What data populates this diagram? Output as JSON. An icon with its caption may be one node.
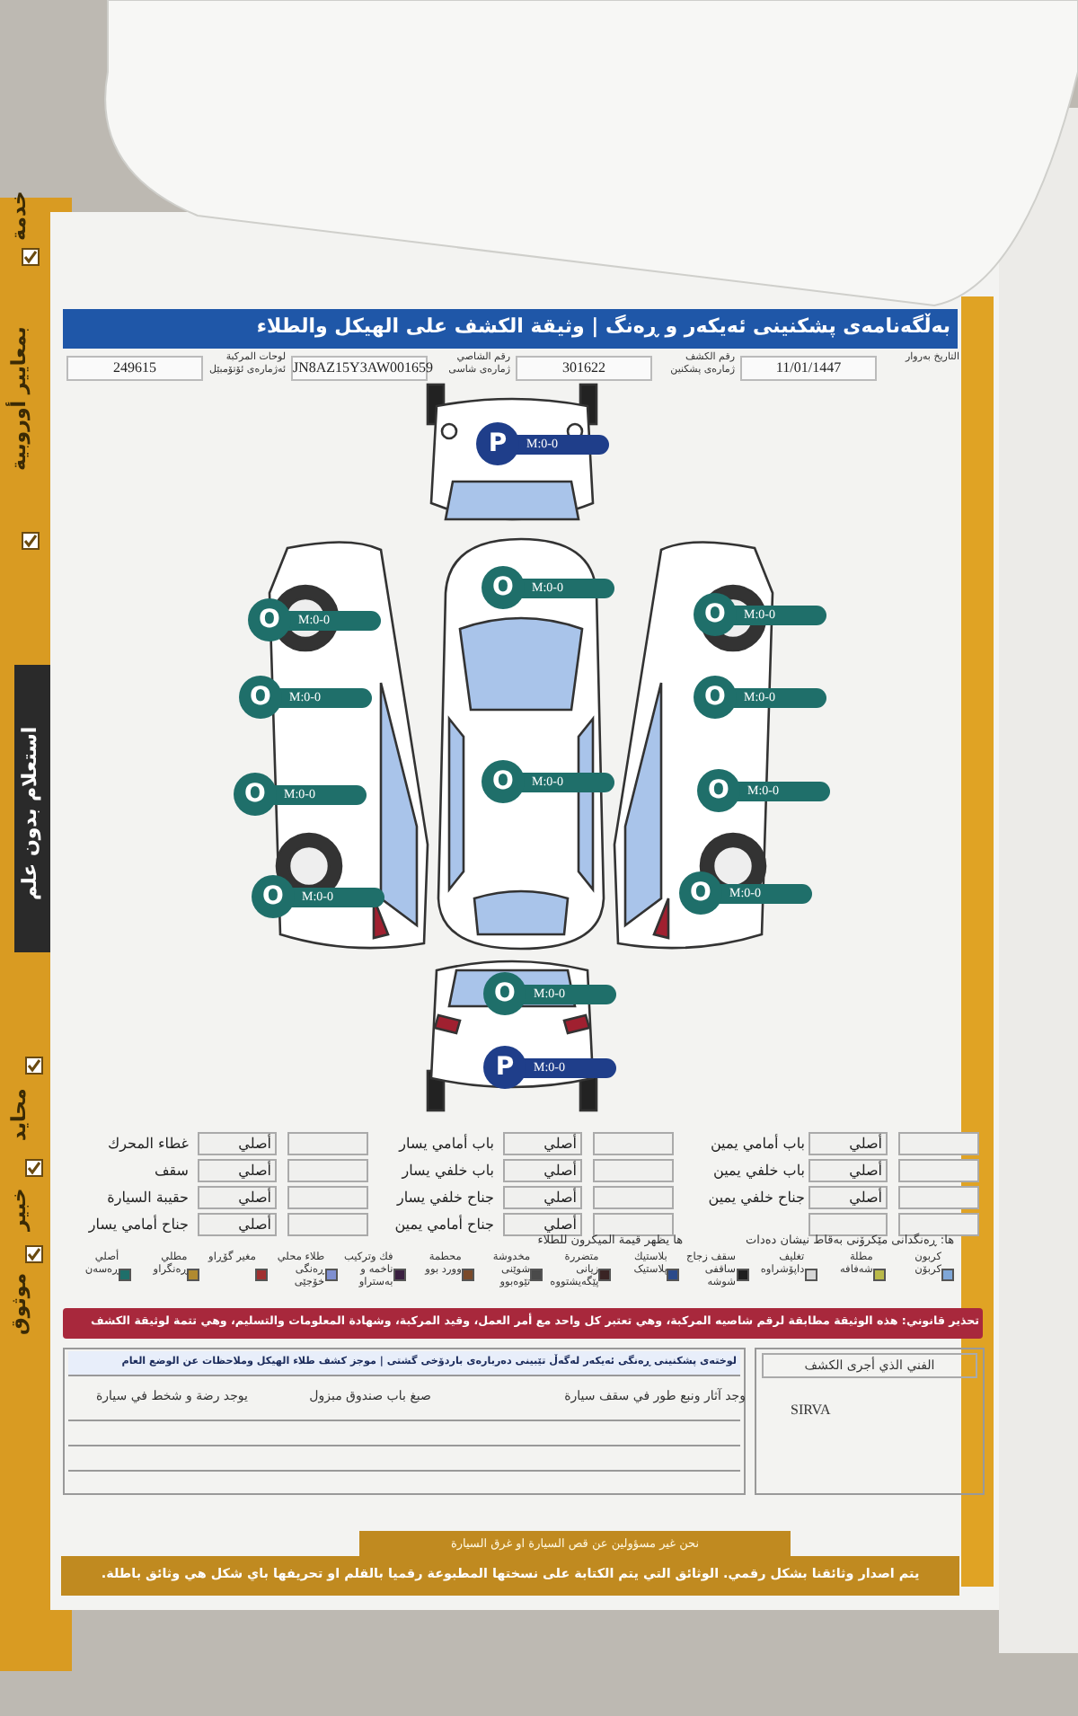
{
  "diagram": {
    "title": "بەڵگەنامەی پشکنینی ئەیکەر و ڕەنگ | وثيقة الكشف على الهيكل والطلاء",
    "nodes": [
      {
        "text": [
          "P"
        ],
        "beside": [
          "M:0-0"
        ]
      },
      {
        "text": [
          "O"
        ],
        "beside": [
          "M:0-0"
        ]
      },
      {
        "text": [
          "O"
        ],
        "beside": [
          "M:0-0"
        ]
      },
      {
        "text": [
          "O"
        ],
        "beside": [
          "M:0-0"
        ]
      },
      {
        "text": [
          "O"
        ],
        "beside": [
          "M:0-0"
        ]
      },
      {
        "text": [
          "O"
        ],
        "beside": [
          "M:0-0"
        ]
      },
      {
        "text": [
          "O"
        ],
        "beside": [
          "M:0-0"
        ]
      },
      {
        "text": [
          "O"
        ],
        "beside": [
          "M:0-0"
        ]
      },
      {
        "text": [
          "O"
        ],
        "beside": [
          "M:0-0"
        ]
      },
      {
        "text": [
          "O"
        ],
        "beside": [
          "M:0-0"
        ]
      },
      {
        "text": [
          "O"
        ],
        "beside": [
          "M:0-0"
        ]
      },
      {
        "text": [
          "O"
        ],
        "beside": [
          "M:0-0"
        ]
      },
      {
        "text": [
          "P"
        ],
        "beside": [
          "M:0-0"
        ]
      }
    ],
    "labels": [
      "خدمة",
      "بمعايير أوروبية",
      "استعلام بدون علم",
      "محايد",
      "خبير",
      "موثوق",
      "التاريخ بەروار",
      "11/01/1447",
      "رقم الكشف ژمارەی پشکنین",
      "301622",
      "رقم الشاصي ژمارەی شاسی",
      "JN8AZ15Y3AW001659",
      "لوحات المركبة ئەژمارەی ئۆتۆمبێل",
      "249615",
      "باب أمامي يمين",
      "أصلي",
      "باب أمامي يسار",
      "أصلي",
      "غطاء المحرك",
      "أصلي",
      "باب خلفي يمين",
      "أصلي",
      "باب خلفي يسار",
      "أصلي",
      "سقف",
      "أصلي",
      "جناح خلفي يمين",
      "أصلي",
      "جناح خلفي يسار",
      "أصلي",
      "حقيبة السيارة",
      "أصلي",
      "جناح أمامي يمين",
      "أصلي",
      "جناح أمامي يسار",
      "أصلي",
      "ها: ڕەنگدانی مێکرۆنی بەقاط نیشان دەدات",
      "ها يظهر قيمة الميكرون للطلاء",
      "تحذير قانوني: هذه الوثيقة مطابقة لرقم شاصيه المركبة، وهي تعتبر كل واحد مع أمر العمل، وقيد المركبة، وشهادة المعلومات والتسليم، وهي تتمة لوثيقة الكشف",
      "لوختەی پشکنینی ڕەنگی ئەیکەر لەگەڵ تێبینی دەربارەی باردۆخی گشتی | موجز كشف طلاء الهيكل وملاحظات عن الوضع العام",
      "وجد آثار ونبع طور في سقف سيارة",
      "صبغ باب صندوق مبزول",
      "يوجد رضة و شخط في سيارة",
      "الفني الذي أجرى الكشف",
      "SIRVA",
      "نحن غير مسؤولين عن قص السيارة او غرق السيارة",
      "يتم اصدار وثائقنا بشكل رقمي. الوثائق التي يتم الكتابة على نسختها المطبوعة رقميا بالقلم او تحريفها باي شكل هي وثائق باطلة."
    ],
    "legend": [
      {
        "text": "كربون كربۆن",
        "color": "#7fa7d8"
      },
      {
        "text": "مطلة شەفافە",
        "color": "#b9b94a"
      },
      {
        "text": "تغليف داپۆشراوە",
        "color": "#d6d6d6"
      },
      {
        "text": "سقف زجاج ساقفی شوشە",
        "color": "#1e1e1e"
      },
      {
        "text": "بلاستيك پلاستیک",
        "color": "#2b4a8a"
      },
      {
        "text": "متضررة زیانی پێگەیشتووە",
        "color": "#3a2424"
      },
      {
        "text": "مخدوشة شوێنی تێوەبوو",
        "color": "#4a4a4a"
      },
      {
        "text": "محطمة وورد بوو",
        "color": "#7a4a2a"
      },
      {
        "text": "فك وتركيب ناخمە و بەستراو",
        "color": "#3a2040"
      },
      {
        "text": "طلاء محلي ڕەنگی خۆجێی",
        "color": "#7f8fd0"
      },
      {
        "text": "مغير گۆڕاو",
        "color": "#a03030"
      },
      {
        "text": "مطلي ڕەنگراو",
        "color": "#b08a30"
      },
      {
        "text": "أصلي ڕەسەن",
        "color": "#1f6f6a"
      }
    ]
  }
}
